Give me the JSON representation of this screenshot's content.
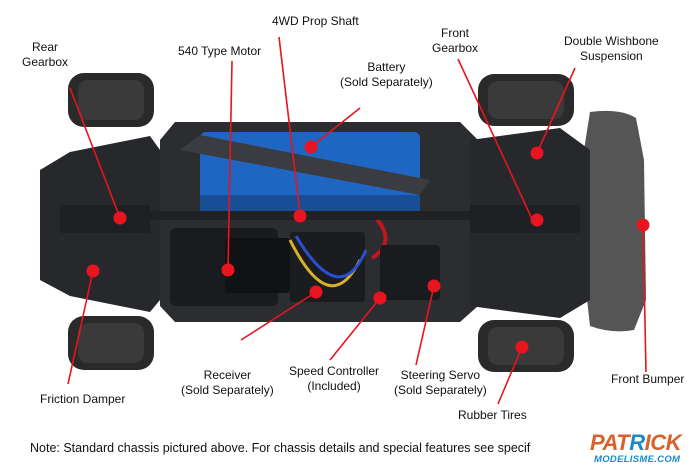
{
  "labels": {
    "rear_gearbox": [
      "Rear",
      "Gearbox"
    ],
    "prop_shaft": [
      "4WD Prop Shaft"
    ],
    "motor": [
      "540 Type Motor"
    ],
    "battery": [
      "Battery",
      "(Sold Separately)"
    ],
    "front_gearbox": [
      "Front",
      "Gearbox"
    ],
    "double_wishbone": [
      "Double Wishbone",
      "Suspension"
    ],
    "friction_damper": [
      "Friction Damper"
    ],
    "receiver": [
      "Receiver",
      "(Sold Separately)"
    ],
    "speed_controller": [
      "Speed Controller",
      "(Included)"
    ],
    "steering_servo": [
      "Steering Servo",
      "(Sold Separately)"
    ],
    "rubber_tires": [
      "Rubber Tires"
    ],
    "front_bumper": [
      "Front Bumper"
    ]
  },
  "note": "Note: Standard chassis pictured above. For chassis details and special features see specif",
  "logo": {
    "top": "PATRICK",
    "sub": "MODELISME.COM",
    "colors": [
      "#d8622b",
      "#1e88c8"
    ]
  },
  "colors": {
    "marker": "#e8141f",
    "leader": "#e8141f",
    "battery": "#1f66c2",
    "chassis": "#2b2d31",
    "tire": "#2a2a2a",
    "bumper": "#555555"
  }
}
